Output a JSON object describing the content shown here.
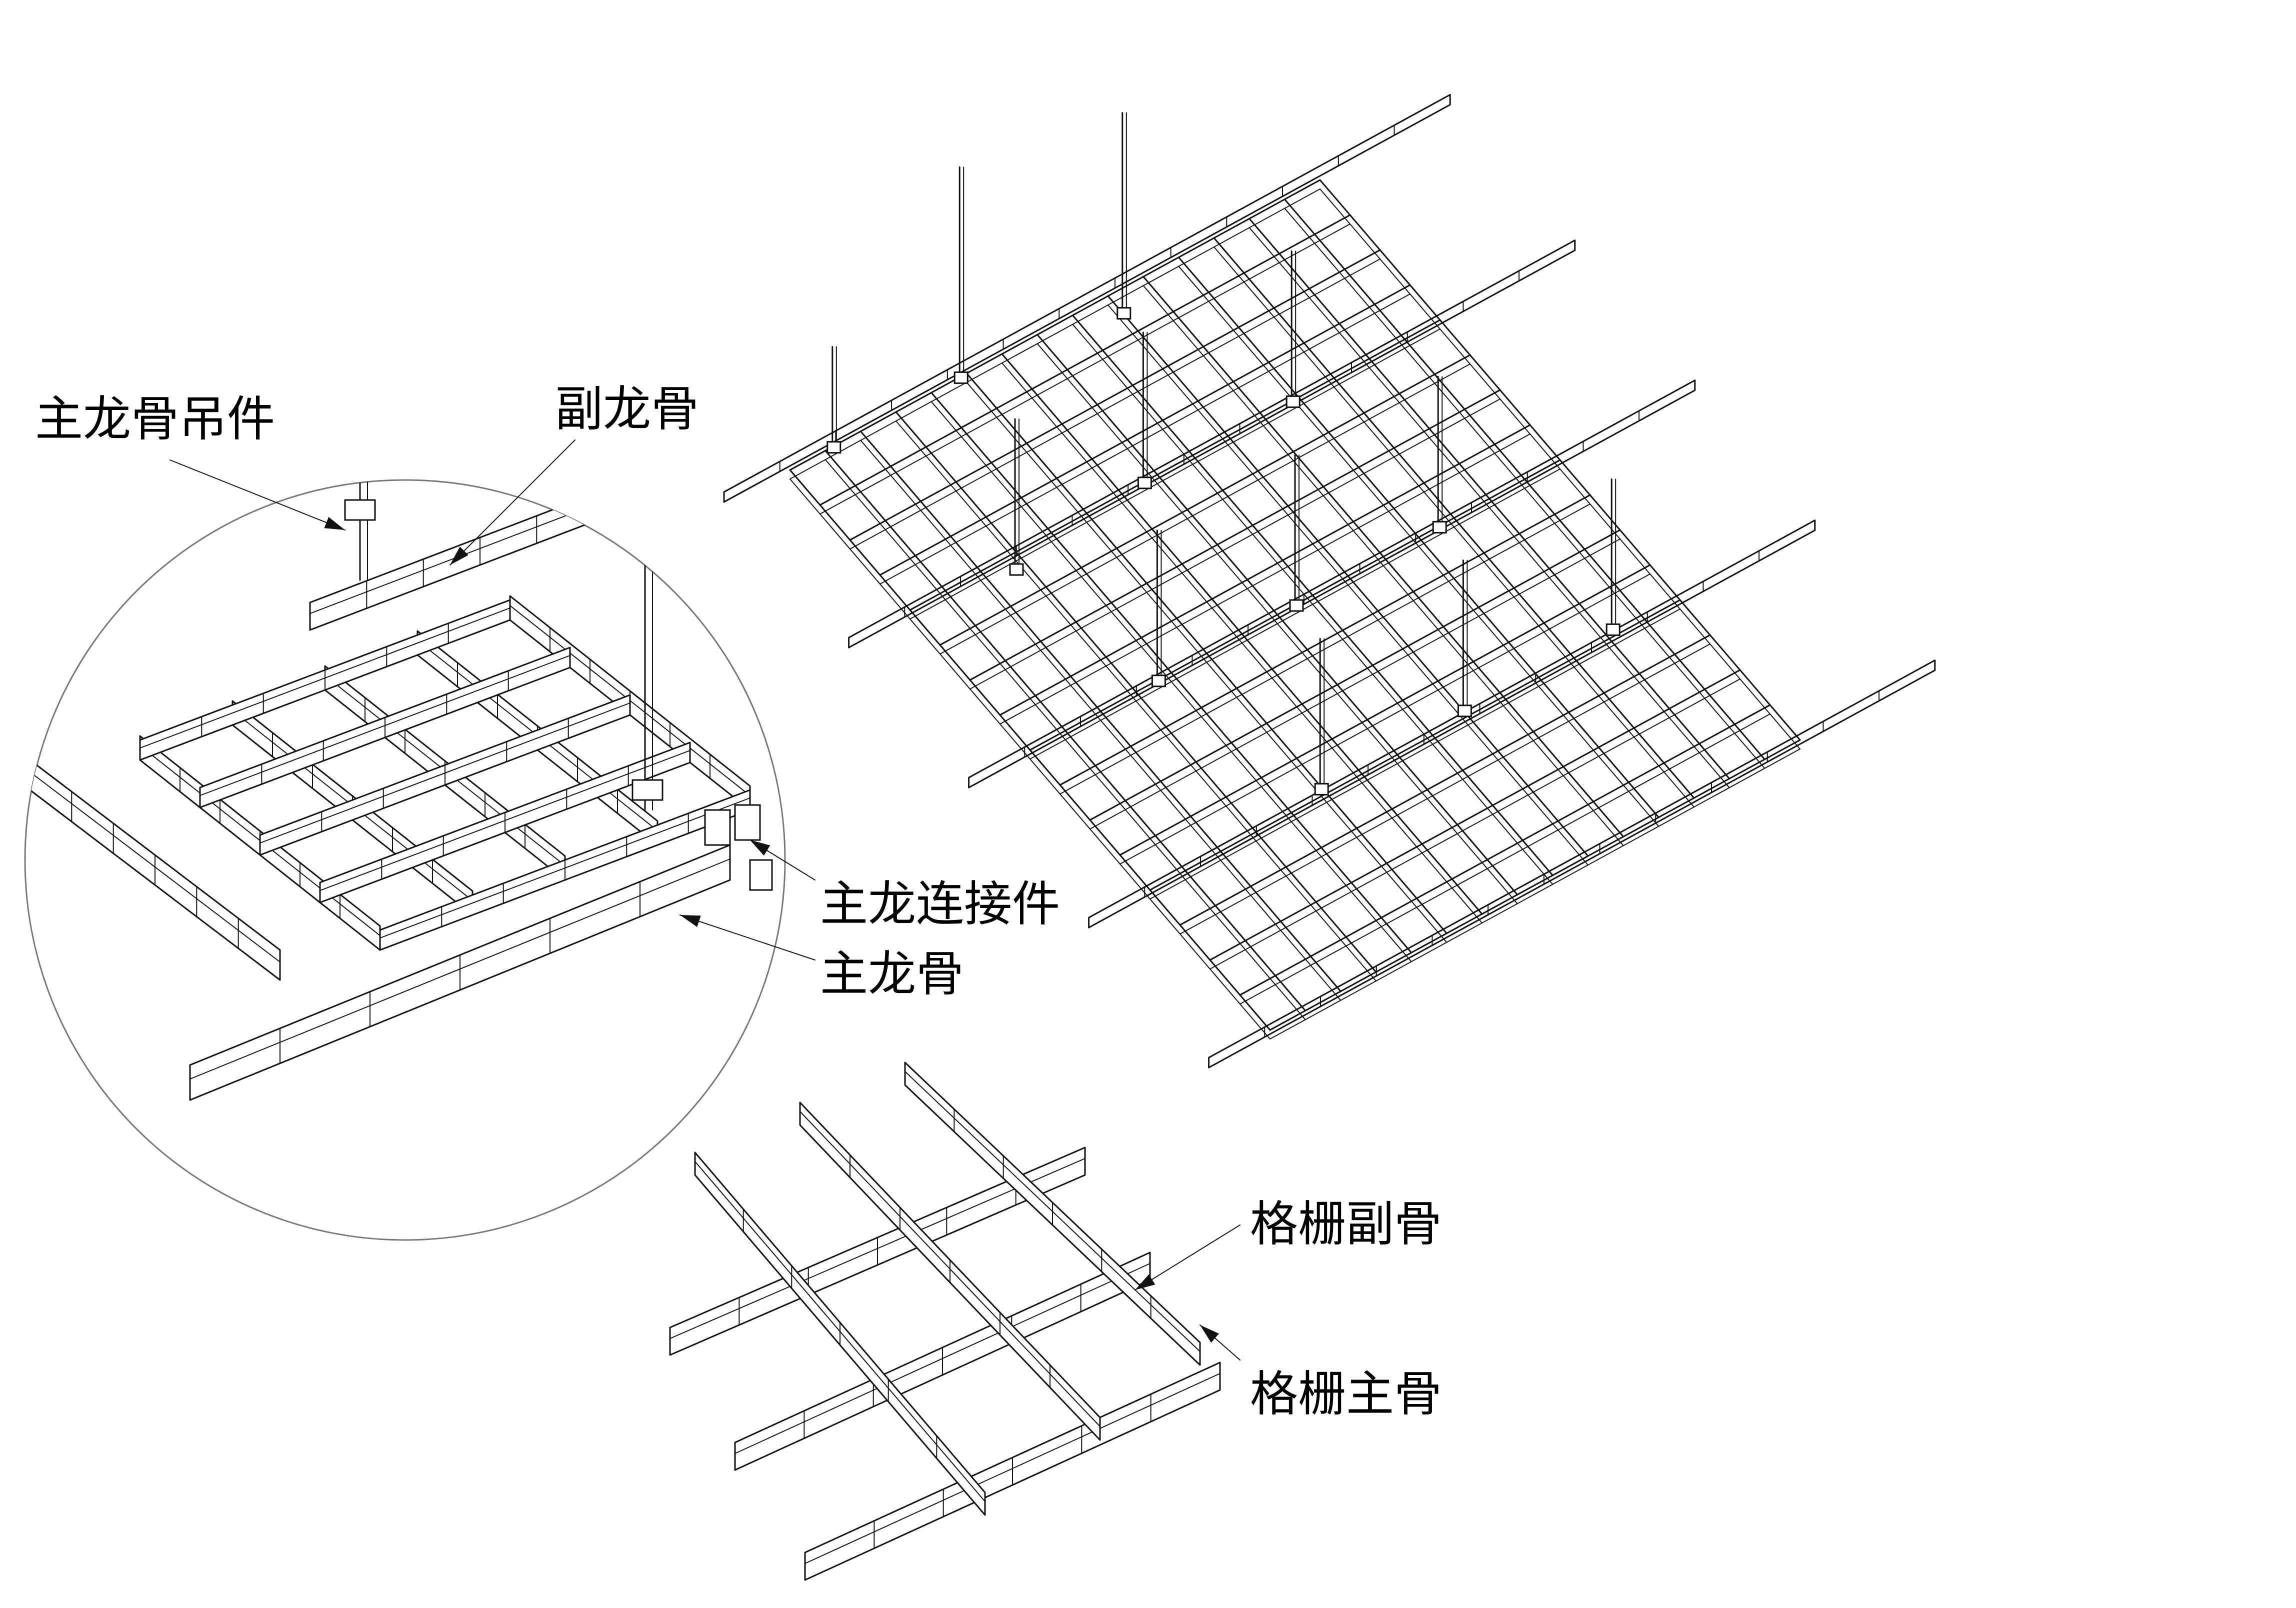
{
  "labels": {
    "main_keel_hanger": "主龙骨吊件",
    "secondary_keel": "副龙骨",
    "main_keel_connector": "主龙连接件",
    "main_keel": "主龙骨",
    "grille_secondary": "格栅副骨",
    "grille_main": "格栅主骨"
  },
  "colors": {
    "line": "#111111",
    "background": "#ffffff",
    "circle": "#777777"
  }
}
